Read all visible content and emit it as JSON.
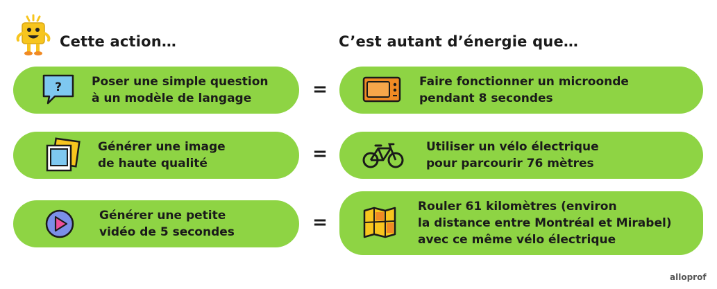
{
  "headers": {
    "left": "Cette action…",
    "right": "C’est autant d’énergie que…"
  },
  "rows": [
    {
      "action": "Poser une simple question\nà un modèle de langage",
      "action_icon": "speech-bubble-question-icon",
      "equals": "=",
      "equivalent": "Faire fonctionner un microonde\npendant 8 secondes",
      "equivalent_icon": "microwave-icon"
    },
    {
      "action": "Générer une image\nde haute qualité",
      "action_icon": "photos-icon",
      "equals": "=",
      "equivalent": "Utiliser un vélo électrique\npour parcourir 76 mètres",
      "equivalent_icon": "bicycle-icon"
    },
    {
      "action": "Générer une petite\nvidéo de 5 secondes",
      "action_icon": "play-button-icon",
      "equals": "=",
      "equivalent": "Rouler 61 kilomètres (environ\nla  distance entre Montréal et Mirabel)\navec ce même vélo électrique",
      "equivalent_icon": "map-icon"
    }
  ],
  "colors": {
    "pill": "#8ed444",
    "accent_yellow": "#f7c51e",
    "accent_orange": "#f08a24",
    "accent_blue": "#7ec8f0"
  },
  "mascot_icon": "mascot-icon",
  "brand": "alloprof"
}
